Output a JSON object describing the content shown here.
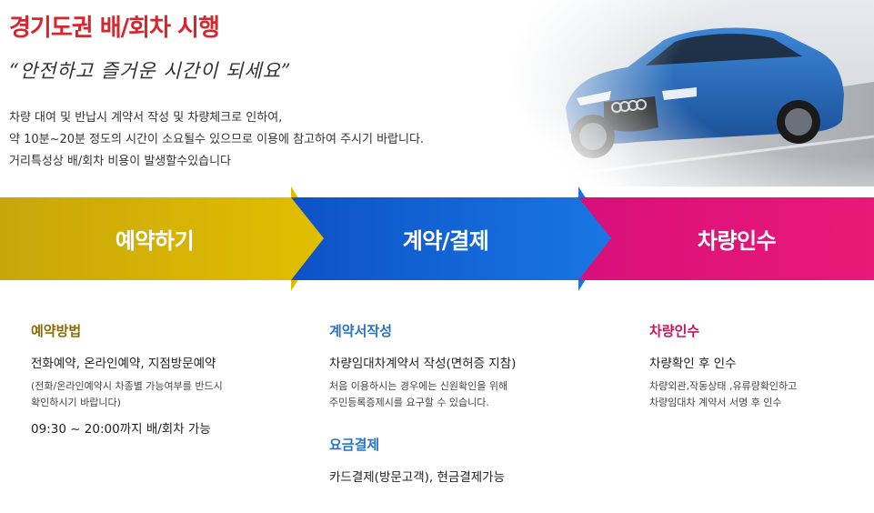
{
  "header": {
    "title": "경기도권  배/회차 시행",
    "slogan": "“안전하고 즐거운 시간이 되세요”",
    "description": [
      "차량 대여 및 반납시 계약서 작성 및 차량체크로 인하여,",
      "약 10분~20분 정도의 시간이 소요될수 있으므로 이용에 참고하여 주시기 바랍니다.",
      "거리특성상 배/회차 비용이 발생할수있습니다"
    ]
  },
  "colors": {
    "title_red": "#d7262d",
    "step1_gold": "#d9b400",
    "step2_blue": "#1565d8",
    "step3_pink": "#e0117a",
    "head1": "#8a6d00",
    "head2": "#2a72c9",
    "head3": "#c0175f"
  },
  "steps": [
    {
      "label": "예약하기"
    },
    {
      "label": "계약/결제"
    },
    {
      "label": "차량인수"
    }
  ],
  "columns": {
    "reservation": {
      "heading": "예약방법",
      "main": "전화예약, 온라인예약, 지점방문예약",
      "note_lines": [
        "(전화/온라인예약시 차종별 가능여부를 반드시",
        "확인하시기 바랍니다)"
      ],
      "hours": "09:30 ~ 20:00까지 배/회차 가능"
    },
    "contract": {
      "heading": "계약서작성",
      "main": "차량임대차계약서 작성(면허증 지참)",
      "note_lines": [
        "처음 이용하시는 경우에는 신원확인을 위해",
        "주민등록증제시를 요구할 수 있습니다."
      ],
      "payment_heading": "요금결제",
      "payment_main": "카드결제(방문고객), 현금결제가능"
    },
    "pickup": {
      "heading": "차량인수",
      "main": "차량확인 후 인수",
      "note_lines": [
        "차량외관,작동상태 ,유류량확인하고",
        "차량임대차 계약서 서명 후 인수"
      ]
    }
  }
}
